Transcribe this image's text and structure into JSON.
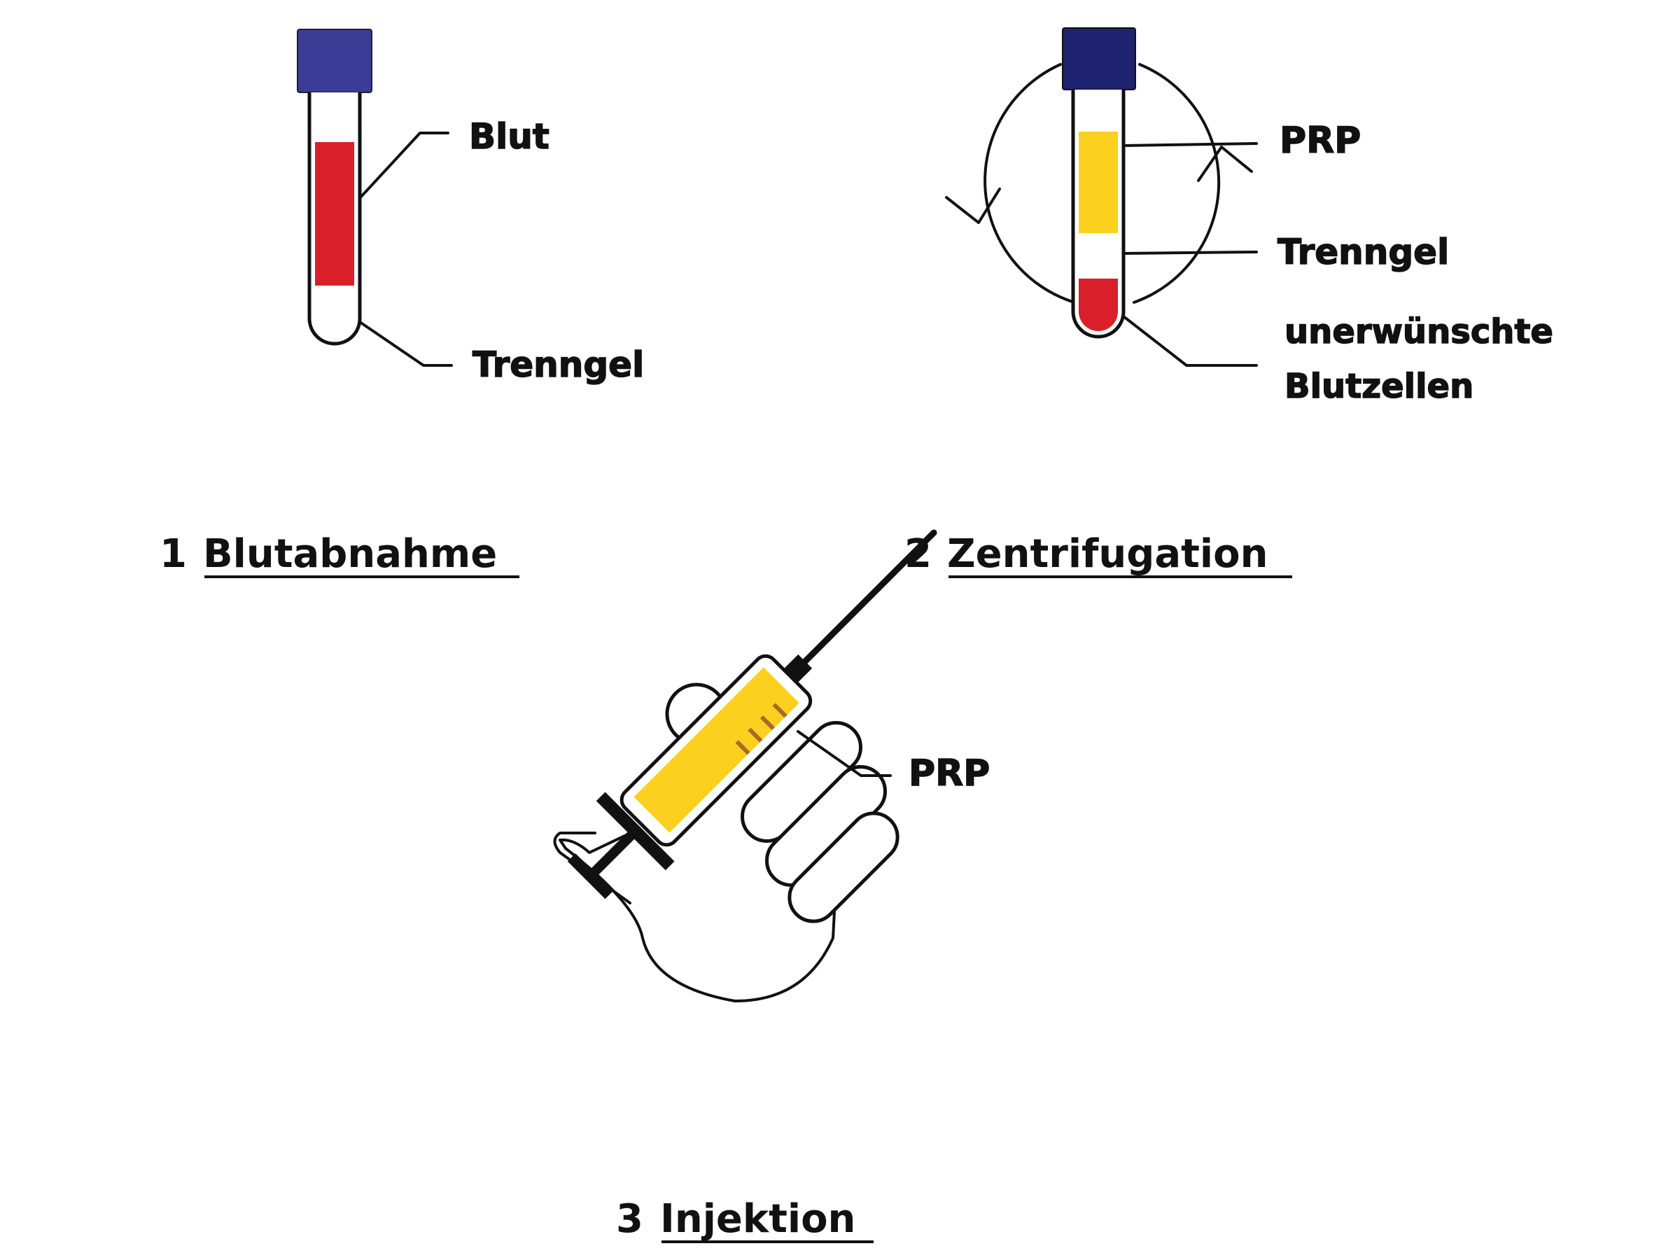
{
  "steps": [
    {
      "number": "1",
      "title": "Blutabnahme"
    },
    {
      "number": "2",
      "title": "Zentrifugation"
    },
    {
      "number": "3",
      "title": "Injektion"
    }
  ],
  "tube1": {
    "label_top": "Blut",
    "label_bottom": "Trenngel"
  },
  "tube2": {
    "label_prp": "PRP",
    "label_gel": "Trenngel",
    "label_cells_line1": "unerwünschte",
    "label_cells_line2": "Blutzellen"
  },
  "syringe": {
    "label": "PRP"
  },
  "colors": {
    "cap_tube1": "#3b3c96",
    "cap_tube2": "#1e2270",
    "blood": "#d9202a",
    "plasma": "#fcd01e"
  }
}
